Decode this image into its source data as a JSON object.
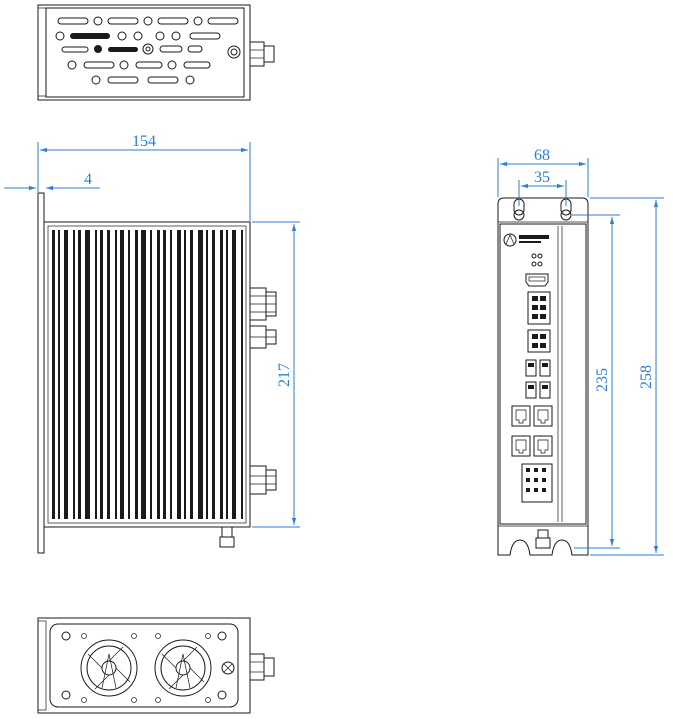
{
  "dimensions": {
    "front_width": "154",
    "flange_thickness": "4",
    "front_height": "217",
    "side_width": "68",
    "mount_hole_spacing": "35",
    "mount_hole_height": "235",
    "side_height": "258"
  },
  "colors": {
    "dimension": "#2b7fd6",
    "line": "#1a1a1a",
    "background": "#ffffff"
  },
  "icons": {
    "brand_logo": "bird-logo",
    "fan": "fan-icon",
    "ground": "ground-symbol-icon"
  }
}
